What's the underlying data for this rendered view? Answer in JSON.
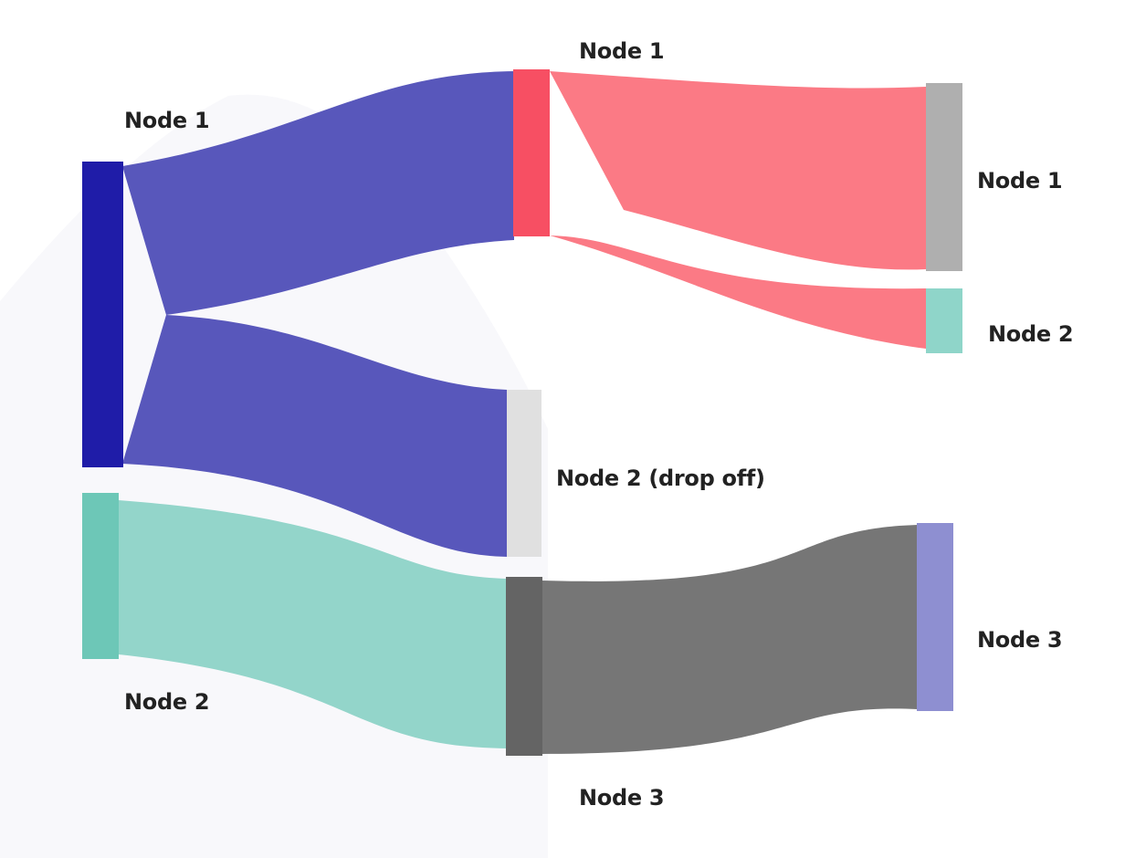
{
  "colors": {
    "background_shape": "#f8f8fb",
    "flow_blue": "#5857bb",
    "flow_red": "#fb7a85",
    "flow_teal": "#93d5ca",
    "flow_gray": "#767676",
    "node_src_1": "#1f1ca8",
    "node_src_2": "#6dc7b7",
    "node_mid_1": "#f74f63",
    "node_mid_2": "#e0e0e0",
    "node_mid_3": "#646464",
    "node_tgt_1": "#afafaf",
    "node_tgt_2": "#8fd5c9",
    "node_tgt_3": "#8e8fd1"
  },
  "labels": {
    "src_node_1": "Node 1",
    "src_node_2": "Node 2",
    "mid_node_1": "Node 1",
    "mid_node_2": "Node 2 (drop off)",
    "mid_node_3": "Node 3",
    "tgt_node_1": "Node 1",
    "tgt_node_2": "Node 2",
    "tgt_node_3": "Node 3"
  }
}
